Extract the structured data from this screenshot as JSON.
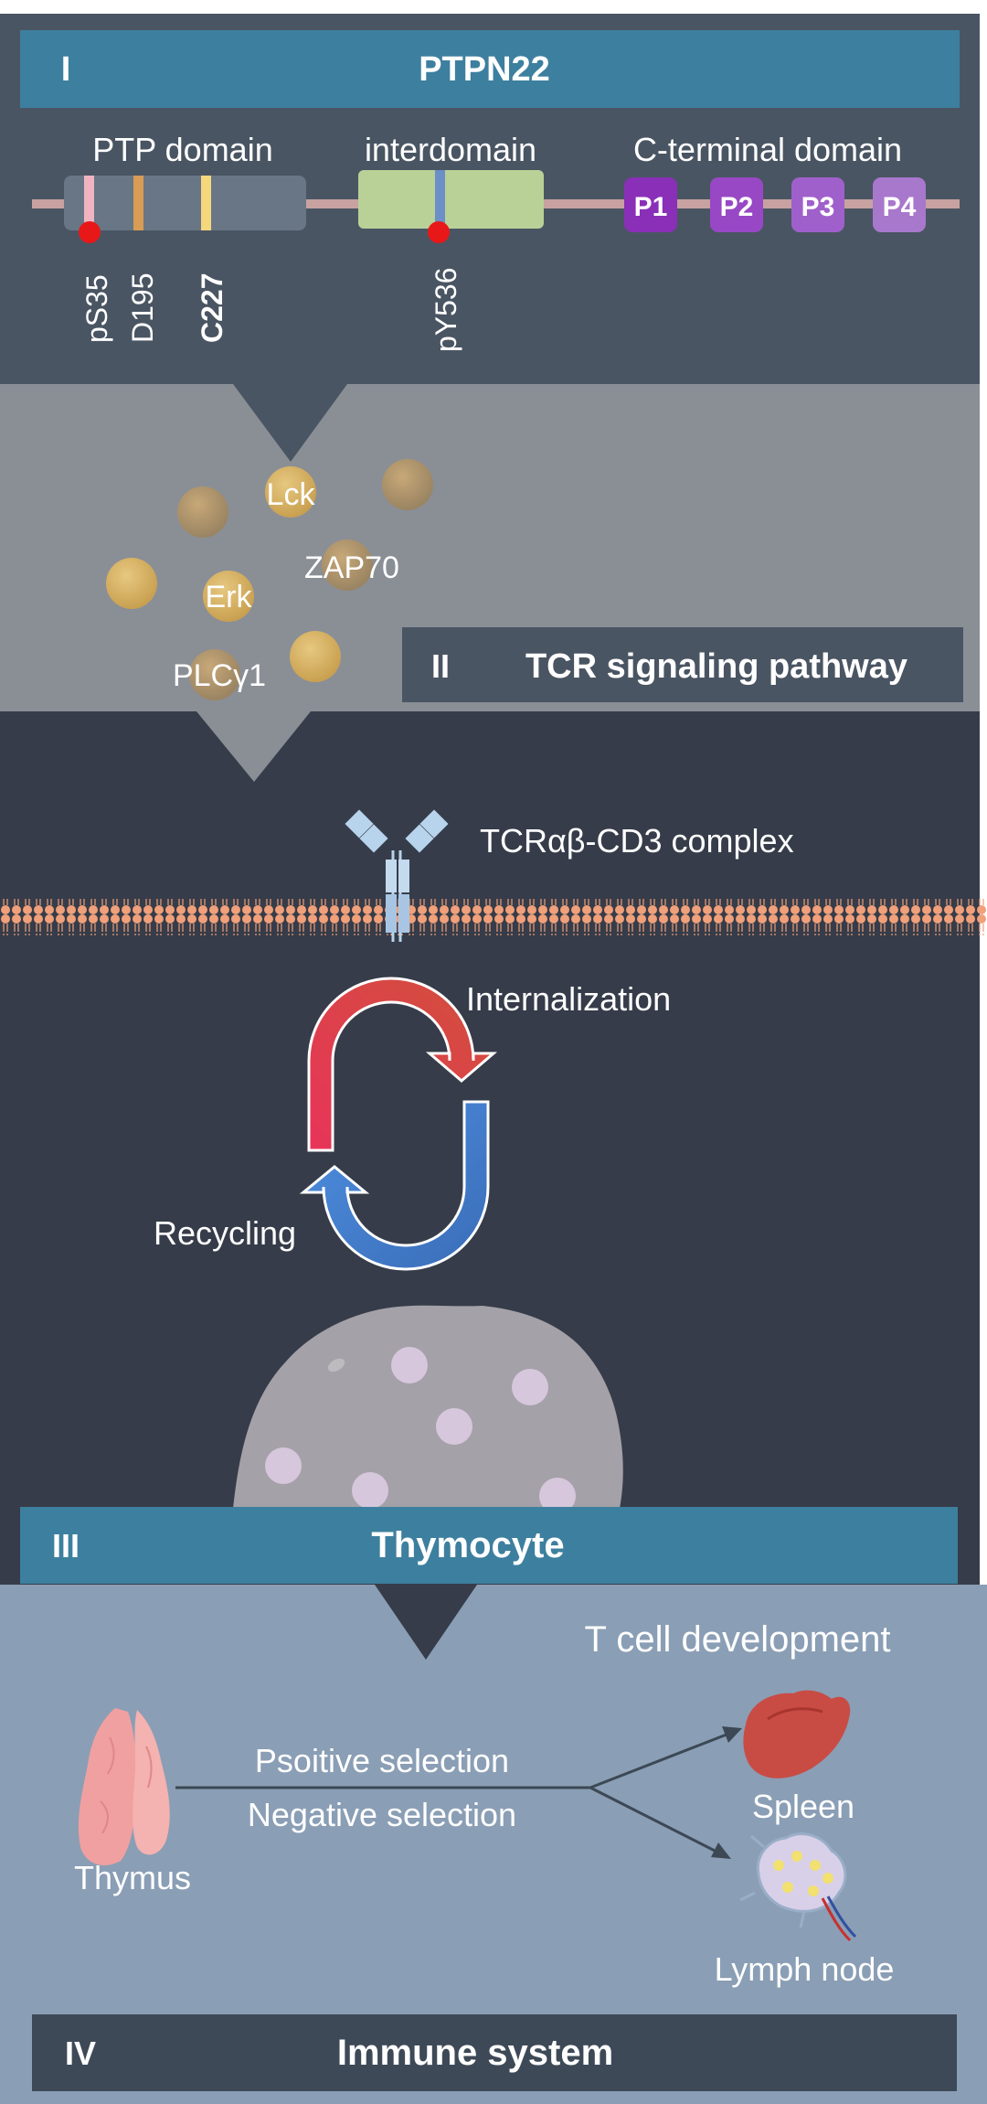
{
  "panel1": {
    "numeral": "I",
    "title": "PTPN22",
    "domains": {
      "ptp": "PTP domain",
      "interdomain": "interdomain",
      "cterm": "C-terminal domain"
    },
    "motifs": [
      "P1",
      "P2",
      "P3",
      "P4"
    ],
    "sites": {
      "ps35": "pS35",
      "d195": "D195",
      "c227": "C227",
      "py536": "pY536"
    }
  },
  "panel2": {
    "numeral": "II",
    "title": "TCR signaling pathway",
    "molecules": {
      "lck": "Lck",
      "zap70": "ZAP70",
      "erk": "Erk",
      "plcg1": "PLCγ1"
    }
  },
  "panel3": {
    "numeral": "III",
    "title": "Thymocyte",
    "complex": "TCRαβ-CD3 complex",
    "internalization": "Internalization",
    "recycling": "Recycling"
  },
  "panel4": {
    "numeral": "IV",
    "title": "Immune system",
    "heading": "T cell development",
    "thymus": "Thymus",
    "positive": "Psoitive selection",
    "negative": "Negative selection",
    "spleen": "Spleen",
    "lymph": "Lymph node"
  },
  "colors": {
    "banner_blue": "#3d7f9e",
    "panel1_bg": "#4a5563",
    "panel2_bg": "#8a8f96",
    "panel3_bg": "#363c49",
    "panel4_bg": "#8a9eb5",
    "red_arrow": "#e04055",
    "blue_arrow": "#3f7fcc",
    "motif_purple": "#8a2fb8"
  }
}
